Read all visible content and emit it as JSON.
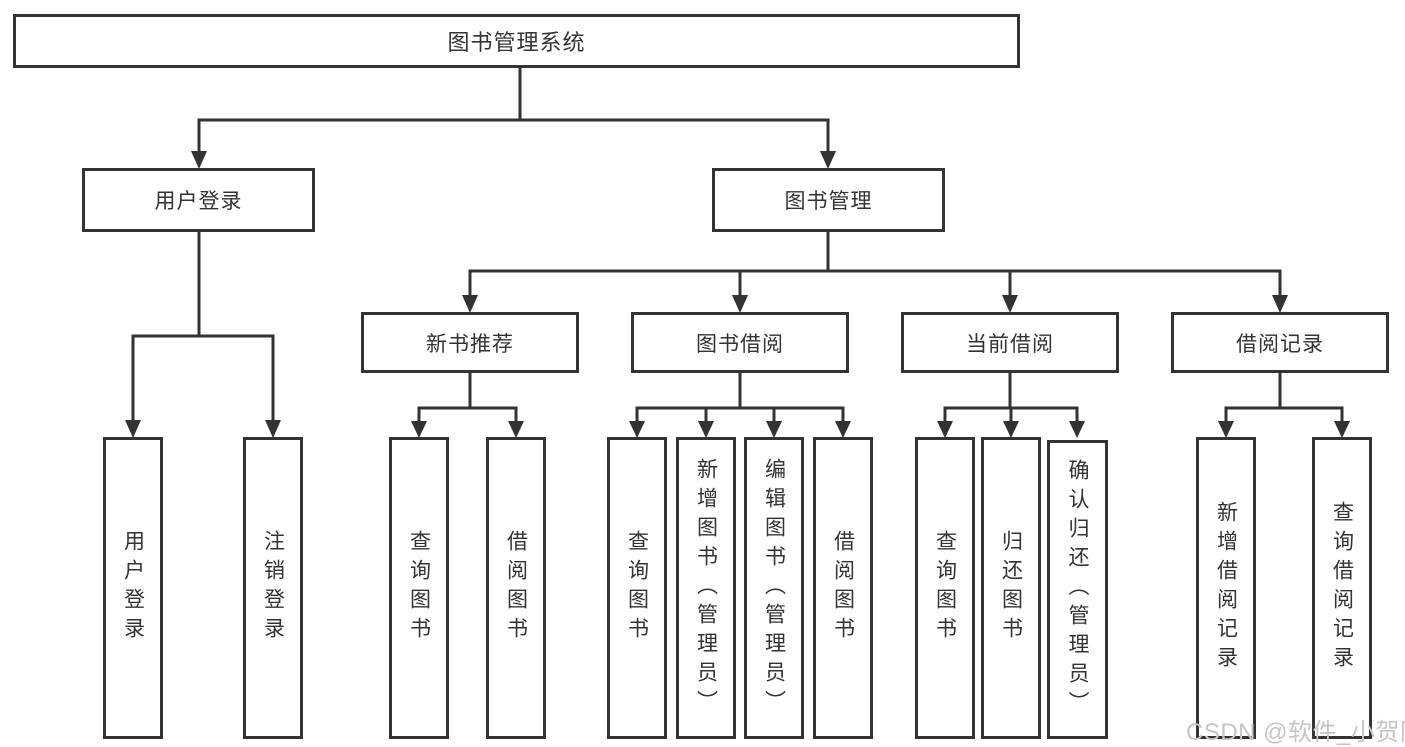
{
  "tree": {
    "label": "图书管理系统",
    "children": [
      {
        "label": "用户登录",
        "children": [
          {
            "label": "用户登录"
          },
          {
            "label": "注销登录"
          }
        ]
      },
      {
        "label": "图书管理",
        "children": [
          {
            "label": "新书推荐",
            "children": [
              {
                "label": "查询图书"
              },
              {
                "label": "借阅图书"
              }
            ]
          },
          {
            "label": "图书借阅",
            "children": [
              {
                "label": "查询图书"
              },
              {
                "label": "新增图书（管理员）"
              },
              {
                "label": "编辑图书（管理员）"
              },
              {
                "label": "借阅图书"
              }
            ]
          },
          {
            "label": "当前借阅",
            "children": [
              {
                "label": "查询图书"
              },
              {
                "label": "归还图书"
              },
              {
                "label": "确认归还（管理员）"
              }
            ]
          },
          {
            "label": "借阅记录",
            "children": [
              {
                "label": "新增借阅记录"
              },
              {
                "label": "查询借阅记录"
              }
            ]
          }
        ]
      }
    ]
  },
  "watermark": "CSDN @软件_小贺同学",
  "colors": {
    "line": "#333333",
    "text": "#333333",
    "background": "#ffffff",
    "watermark": "#c6c6c6"
  }
}
